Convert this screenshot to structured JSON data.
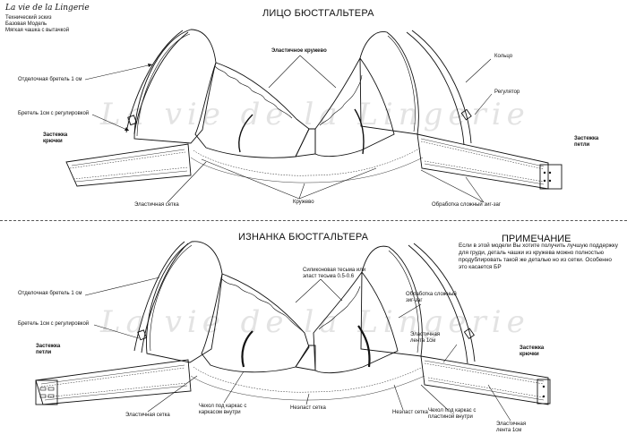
{
  "brand": "La vie de la Lingerie",
  "meta": [
    "Технический эскиз",
    "Базовая Модель",
    "Мягкая чашка с вытачкой"
  ],
  "watermark": "La vie de la Lingerie",
  "front": {
    "title": "ЛИЦО БЮСТГАЛЬТЕРА",
    "labels": {
      "lace_elastic": "Эластичное кружево",
      "ring": "Кольцо",
      "strap_finish": "Отделочная бретель 1 см",
      "regulator": "Регулятор",
      "strap_adj": "Бретель 1см с регулировкой",
      "hooks": "Застежка крючки",
      "loops": "Застежка петли",
      "mesh": "Эластичная сетка",
      "lace": "Кружево",
      "zigzag": "Обработка сложный зиг-заг"
    }
  },
  "back": {
    "title": "ИЗНАНКА БЮСТГАЛЬТЕРА",
    "labels": {
      "silicone": "Силиконовая тесьма или эласт тесьма 0.5-0.6",
      "strap_finish": "Отделочная бретель 1 см",
      "zigzag": "Обработка сложный зиг-заг",
      "strap_adj": "Бретель 1см с регулировкой",
      "tape_top": "Эластичная лента 1см",
      "loops": "Застежка петли",
      "hooks": "Застежка крючки",
      "mesh": "Эластичная сетка",
      "casing_left": "Чехол под каркас с каркасом внутри",
      "nonstretch": "Неэласт сетка",
      "nonstretch2": "Неэласт сетка",
      "casing_right": "Чехол под каркас с пластиной внутри",
      "tape_bottom": "Эластичная лента 1см"
    }
  },
  "note": {
    "title": "ПРИМЕЧАНИЕ",
    "text": "Если в этой модели Вы хотите получить лучшую поддержку для груди, деталь чашки из кружева можно полностью продублировать такой же деталью но из сетки. Особенно это касается БР"
  }
}
